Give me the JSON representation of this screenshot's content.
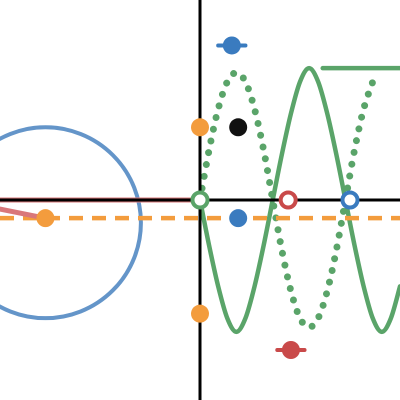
{
  "colors": {
    "blue": "#6495c9",
    "blue_dark": "#3a7bbf",
    "green": "#5aa469",
    "orange": "#f39c3d",
    "red": "#c94a4a",
    "salmon": "#d9777a",
    "black": "#111111",
    "axis": "#000000"
  },
  "chart_data": {
    "type": "scatter",
    "grid": false,
    "xlim": [
      -2.2,
      2.2
    ],
    "ylim": [
      -2.2,
      2.2
    ],
    "series": [
      {
        "kind": "circle",
        "color": "blue",
        "center": [
          -1.7,
          -0.25
        ],
        "radius": 1.05
      },
      {
        "kind": "curve",
        "style": "solid",
        "color": "green",
        "samples": [
          [
            0.0,
            0.0
          ],
          [
            0.1,
            -0.5
          ],
          [
            0.2,
            -0.95
          ],
          [
            0.3,
            -1.3
          ],
          [
            0.4,
            -1.45
          ],
          [
            0.5,
            -1.3
          ],
          [
            0.6,
            -0.95
          ],
          [
            0.7,
            -0.5
          ],
          [
            0.8,
            0.0
          ],
          [
            0.9,
            0.5
          ],
          [
            1.0,
            0.95
          ],
          [
            1.1,
            1.3
          ],
          [
            1.2,
            1.45
          ],
          [
            1.3,
            1.3
          ],
          [
            1.4,
            0.95
          ],
          [
            1.5,
            0.5
          ],
          [
            1.6,
            0.0
          ],
          [
            1.7,
            -0.5
          ],
          [
            1.8,
            -0.95
          ],
          [
            1.9,
            -1.3
          ],
          [
            2.0,
            -1.45
          ],
          [
            2.1,
            -1.3
          ],
          [
            2.2,
            -0.95
          ]
        ],
        "flat_segment": {
          "from": [
            1.35,
            1.45
          ],
          "to": [
            2.2,
            1.45
          ]
        }
      },
      {
        "kind": "curve",
        "style": "dotted",
        "color": "green",
        "samples": [
          [
            0.0,
            0.0
          ],
          [
            0.1,
            0.55
          ],
          [
            0.2,
            1.0
          ],
          [
            0.3,
            1.3
          ],
          [
            0.4,
            1.4
          ],
          [
            0.5,
            1.3
          ],
          [
            0.6,
            1.0
          ],
          [
            0.7,
            0.55
          ],
          [
            0.8,
            0.0
          ],
          [
            0.9,
            -0.55
          ],
          [
            1.0,
            -1.0
          ],
          [
            1.1,
            -1.3
          ],
          [
            1.2,
            -1.4
          ],
          [
            1.3,
            -1.3
          ],
          [
            1.4,
            -1.0
          ],
          [
            1.5,
            -0.55
          ],
          [
            1.6,
            0.0
          ],
          [
            1.7,
            0.55
          ],
          [
            1.8,
            1.0
          ],
          [
            1.9,
            1.3
          ]
        ]
      },
      {
        "kind": "line",
        "style": "dashed",
        "color": "orange",
        "from": [
          -2.2,
          -0.2
        ],
        "to": [
          2.2,
          -0.2
        ]
      },
      {
        "kind": "line",
        "style": "solid",
        "color": "salmon",
        "from": [
          -2.2,
          0.0
        ],
        "to": [
          0.0,
          0.0
        ]
      },
      {
        "kind": "line",
        "style": "solid",
        "color": "salmon",
        "from": [
          -2.2,
          -0.1
        ],
        "to": [
          -1.7,
          -0.2
        ]
      }
    ],
    "points": [
      {
        "x": 0.35,
        "y": 1.7,
        "color": "blue_dark",
        "filled": true,
        "bar": 0.3
      },
      {
        "x": 0.42,
        "y": 0.8,
        "color": "black",
        "filled": true
      },
      {
        "x": 0.0,
        "y": 0.8,
        "color": "orange",
        "filled": true
      },
      {
        "x": 0.0,
        "y": -1.25,
        "color": "orange",
        "filled": true
      },
      {
        "x": 0.42,
        "y": -0.2,
        "color": "blue_dark",
        "filled": true
      },
      {
        "x": -1.7,
        "y": -0.2,
        "color": "orange",
        "filled": true
      },
      {
        "x": 1.0,
        "y": -1.65,
        "color": "red",
        "filled": true,
        "bar": 0.3
      },
      {
        "x": 0.0,
        "y": 0.0,
        "color": "green",
        "filled": false
      },
      {
        "x": 0.97,
        "y": 0.0,
        "color": "red",
        "filled": false
      },
      {
        "x": 1.65,
        "y": 0.0,
        "color": "blue_dark",
        "filled": false
      }
    ]
  }
}
